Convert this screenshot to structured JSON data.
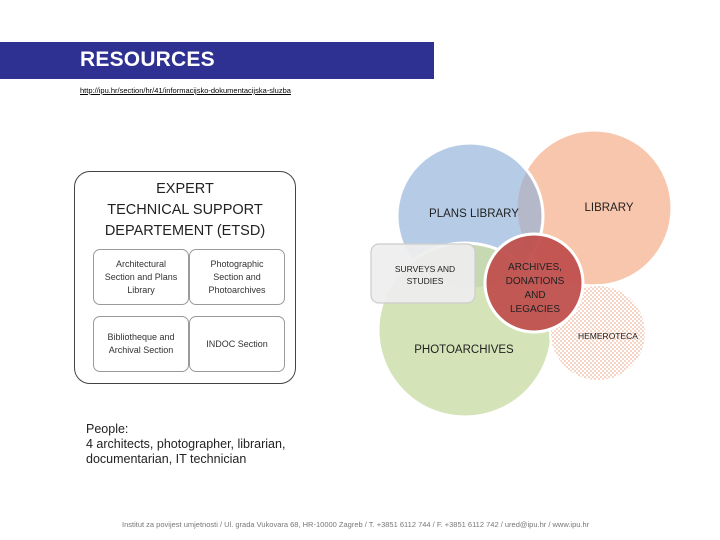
{
  "header": {
    "title": "RESOURCES"
  },
  "link": {
    "url": "http://ipu.hr/section/hr/41/informacijsko-dokumentacijska-sluzba"
  },
  "etsd": {
    "title_lines": [
      "EXPERT",
      "TECHNICAL SUPPORT",
      "DEPARTEMENT (ETSD)"
    ],
    "sections": [
      {
        "lines": [
          "Architectural",
          "Section and Plans",
          "Library"
        ]
      },
      {
        "lines": [
          "Photographic",
          "Section and",
          "Photoarchives"
        ]
      },
      {
        "lines": [
          "Bibliotheque and",
          "Archival Section"
        ]
      },
      {
        "lines": [
          "INDOC Section"
        ]
      }
    ]
  },
  "people": {
    "lines": [
      "People:",
      "4 architects, photographer, librarian,",
      "documentarian, IT technician"
    ]
  },
  "venn": {
    "plans_library": "PLANS LIBRARY",
    "library": "LIBRARY",
    "surveys_lines": [
      "SURVEYS AND",
      "STUDIES"
    ],
    "archives_lines": [
      "ARCHIVES,",
      "DONATIONS",
      "AND",
      "LEGACIES"
    ],
    "photoarchives": "PHOTOARCHIVES",
    "hemeroteca": "HEMEROTECA",
    "colors": {
      "plans": "#8fb1d9",
      "library": "#f7c0a3",
      "photo": "#cbdca6",
      "archives": "#c0504d",
      "hemeroteca": "#f3c9b4"
    }
  },
  "footer": {
    "text": "Institut za povijest umjetnosti / Ul. grada Vukovara 68, HR-10000 Zagreb / T. +3851 6112 744 / F. +3851 6112 742 / ured@ipu.hr / www.ipu.hr"
  }
}
